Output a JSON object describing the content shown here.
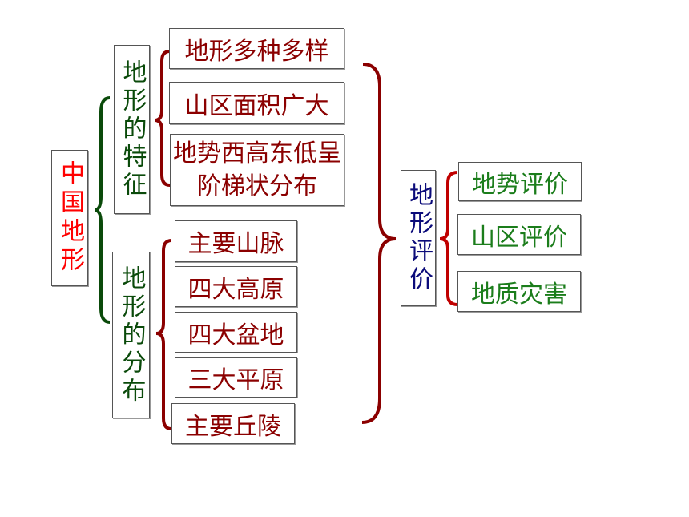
{
  "root": {
    "label": "中国地形"
  },
  "branches": [
    {
      "label": "地形的特征",
      "items": [
        "地形多种多样",
        "山区面积广大",
        "地势西高东低呈阶梯状分布"
      ]
    },
    {
      "label": "地形的分布",
      "items": [
        "主要山脉",
        "四大高原",
        "四大盆地",
        "三大平原",
        "主要丘陵"
      ]
    }
  ],
  "evaluation": {
    "label": "地形评价",
    "items": [
      "地势评价",
      "山区评价",
      "地质灾害"
    ]
  },
  "colors": {
    "root_text": "#ff0000",
    "branch_text": "#0a4a0a",
    "item_text": "#8b0000",
    "eval_label_text": "#0b0b7a",
    "eval_item_text": "#1b7d1b",
    "brace_green": "#0a4a0a",
    "brace_darkred": "#8b0000",
    "brace_red": "#c00000"
  }
}
